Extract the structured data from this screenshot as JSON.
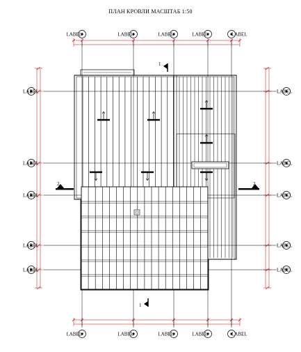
{
  "title": "ПЛАН КРОВЛИ  МАСШТАБ 1:50",
  "axis_label": "LABEL",
  "section_marks": [
    "1",
    "1",
    "2",
    "2"
  ],
  "colors": {
    "line": "#000000",
    "dim": "#cc0000",
    "bg": "#ffffff"
  }
}
